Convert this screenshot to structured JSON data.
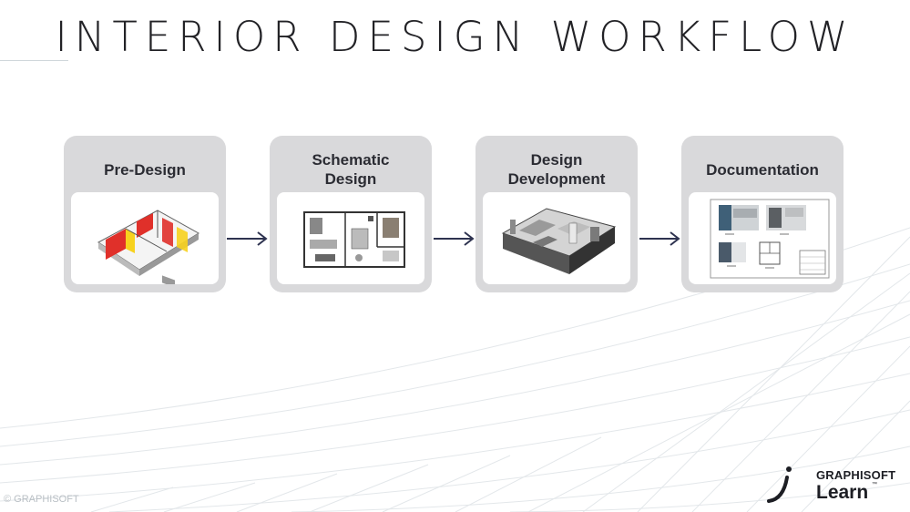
{
  "title": "INTERIOR DESIGN WORKFLOW",
  "steps": [
    {
      "label": "Pre-Design",
      "image": "isometric-floor-plan-colored-walls"
    },
    {
      "label": "Schematic\nDesign",
      "image": "top-down-floor-plan"
    },
    {
      "label": "Design\nDevelopment",
      "image": "3d-cutaway-model"
    },
    {
      "label": "Documentation",
      "image": "layout-sheet-drawings"
    }
  ],
  "footer": {
    "copyright": "© GRAPHISOFT",
    "brand_top": "GRAPHISOFT",
    "brand_bottom": "Learn",
    "trademark": "™"
  },
  "colors": {
    "card_bg": "#d9d9db",
    "arrow": "#2e3350",
    "title": "#222226",
    "accent_red": "#e0302a",
    "accent_yellow": "#f7d21e"
  },
  "icons": [
    "arrow-right-icon",
    "graphisoft-logo-icon"
  ]
}
